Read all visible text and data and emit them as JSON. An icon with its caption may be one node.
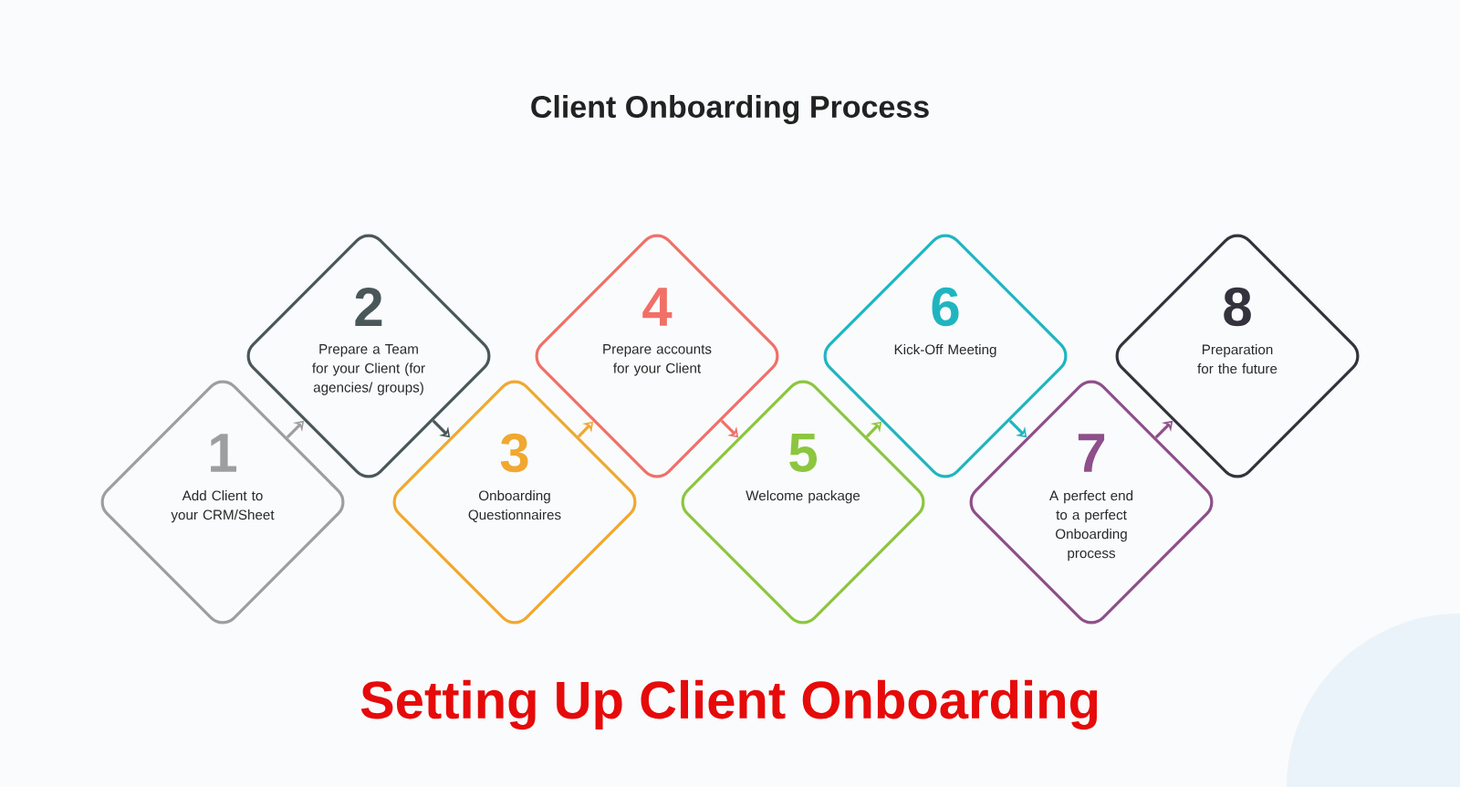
{
  "diagram": {
    "title": "Client Onboarding Process",
    "caption": "Setting Up Client Onboarding",
    "nodes": [
      {
        "text": [
          "1",
          "Add Client to your CRM/Sheet"
        ]
      },
      {
        "text": [
          "2",
          "Prepare a Team for your Client (for agencies/ groups)"
        ]
      },
      {
        "text": [
          "3",
          "Onboarding Questionnaires"
        ]
      },
      {
        "text": [
          "4",
          "Prepare accounts for your Client"
        ]
      },
      {
        "text": [
          "5",
          "Welcome package"
        ]
      },
      {
        "text": [
          "6",
          "Kick-Off Meeting"
        ]
      },
      {
        "text": [
          "7",
          "A perfect end to a perfect Onboarding process"
        ]
      },
      {
        "text": [
          "8",
          "Preparation for the future"
        ]
      }
    ],
    "edges": [
      {
        "from": 0,
        "to": 1,
        "arrow": "to",
        "color": "#9e9e9e"
      },
      {
        "from": 1,
        "to": 2,
        "arrow": "to",
        "color": "#4a5759"
      },
      {
        "from": 2,
        "to": 3,
        "arrow": "to",
        "color": "#f0a830"
      },
      {
        "from": 3,
        "to": 4,
        "arrow": "to",
        "color": "#f07068"
      },
      {
        "from": 4,
        "to": 5,
        "arrow": "to",
        "color": "#8cc63f"
      },
      {
        "from": 5,
        "to": 6,
        "arrow": "to",
        "color": "#1fb5c0"
      },
      {
        "from": 6,
        "to": 7,
        "arrow": "to",
        "color": "#8e4f8a"
      }
    ]
  }
}
